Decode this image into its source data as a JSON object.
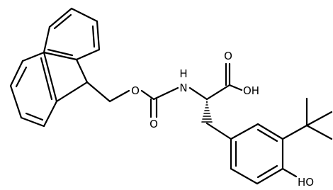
{
  "structure": {
    "colors": {
      "bond": "#000000",
      "background": "#ffffff",
      "text": "#000000"
    },
    "atom_labels": {
      "fmoc_ester_oxygen": "O",
      "carbamate_carbonyl_oxygen": "O",
      "amide_nitrogen": "H\nN",
      "acid_carbonyl_oxygen": "O",
      "acid_hydroxyl": "OH",
      "phenol_hydroxyl": "HO"
    },
    "stereo": {
      "alpha_carbon_bond": "hashed-wedge"
    }
  }
}
